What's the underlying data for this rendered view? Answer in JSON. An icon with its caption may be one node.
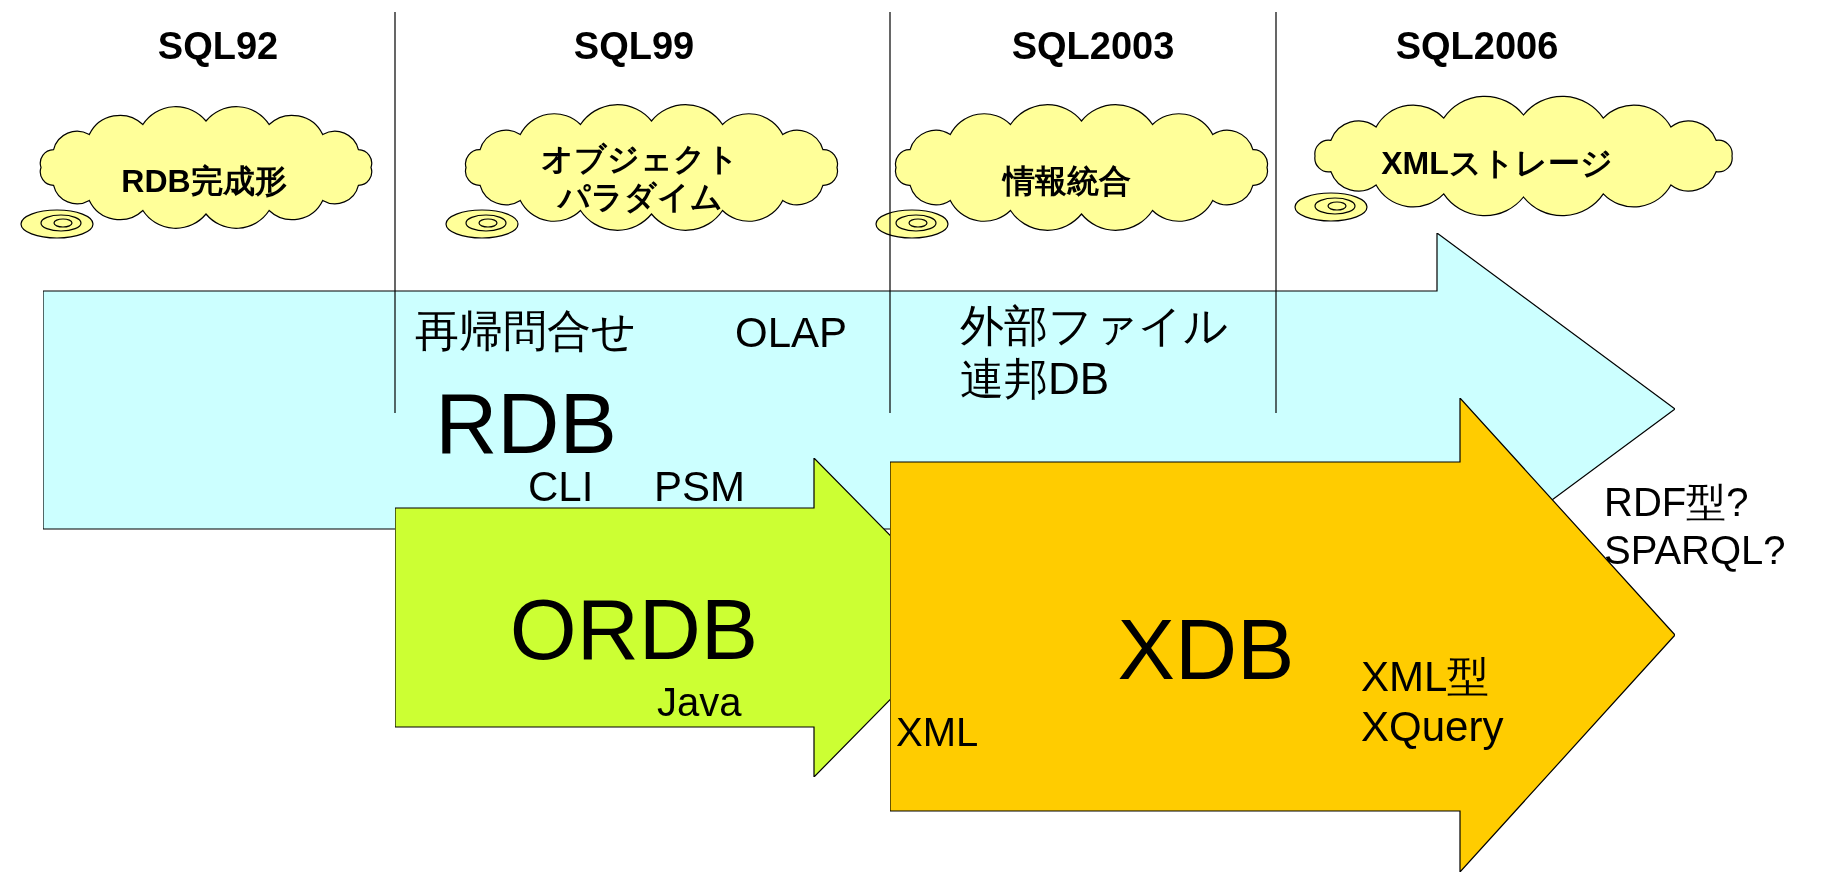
{
  "diagram": {
    "nodes": [
      {
        "text": [
          "RDB完成形"
        ]
      },
      {
        "text": [
          "オブジェクトパラダイム"
        ]
      },
      {
        "text": [
          "情報統合"
        ]
      },
      {
        "text": [
          "XMLストレージ"
        ]
      },
      {
        "text": [
          "再帰問合せ",
          "OLAP",
          "外部ファイル連邦DB",
          "RDB",
          "CLI",
          "PSM"
        ]
      },
      {
        "text": [
          "ORDB",
          "Java"
        ]
      },
      {
        "text": [
          "XDB",
          "XML",
          "XML型 XQuery"
        ]
      }
    ],
    "edges": [],
    "labels": [
      "SQL92",
      "SQL99",
      "SQL2003",
      "SQL2006",
      "RDF型? SPARQL?"
    ]
  }
}
